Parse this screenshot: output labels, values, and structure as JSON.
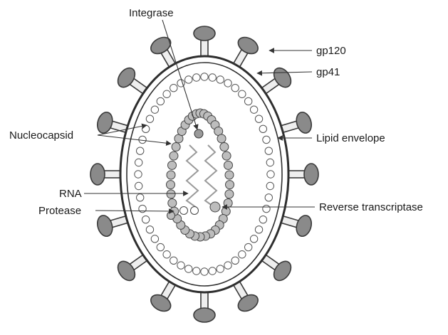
{
  "labels": {
    "integrase": "Integrase",
    "gp120": "gp120",
    "gp41": "gp41",
    "nucleocapsid": "Nucleocapsid",
    "lipid_envelope": "Lipid envelope",
    "rna": "RNA",
    "protease": "Protease",
    "reverse_transcriptase": "Reverse transcriptase"
  },
  "colors": {
    "spike_head": "#8a8a8a",
    "bead_shaded": "#bdbdbd",
    "line": "#333333"
  }
}
